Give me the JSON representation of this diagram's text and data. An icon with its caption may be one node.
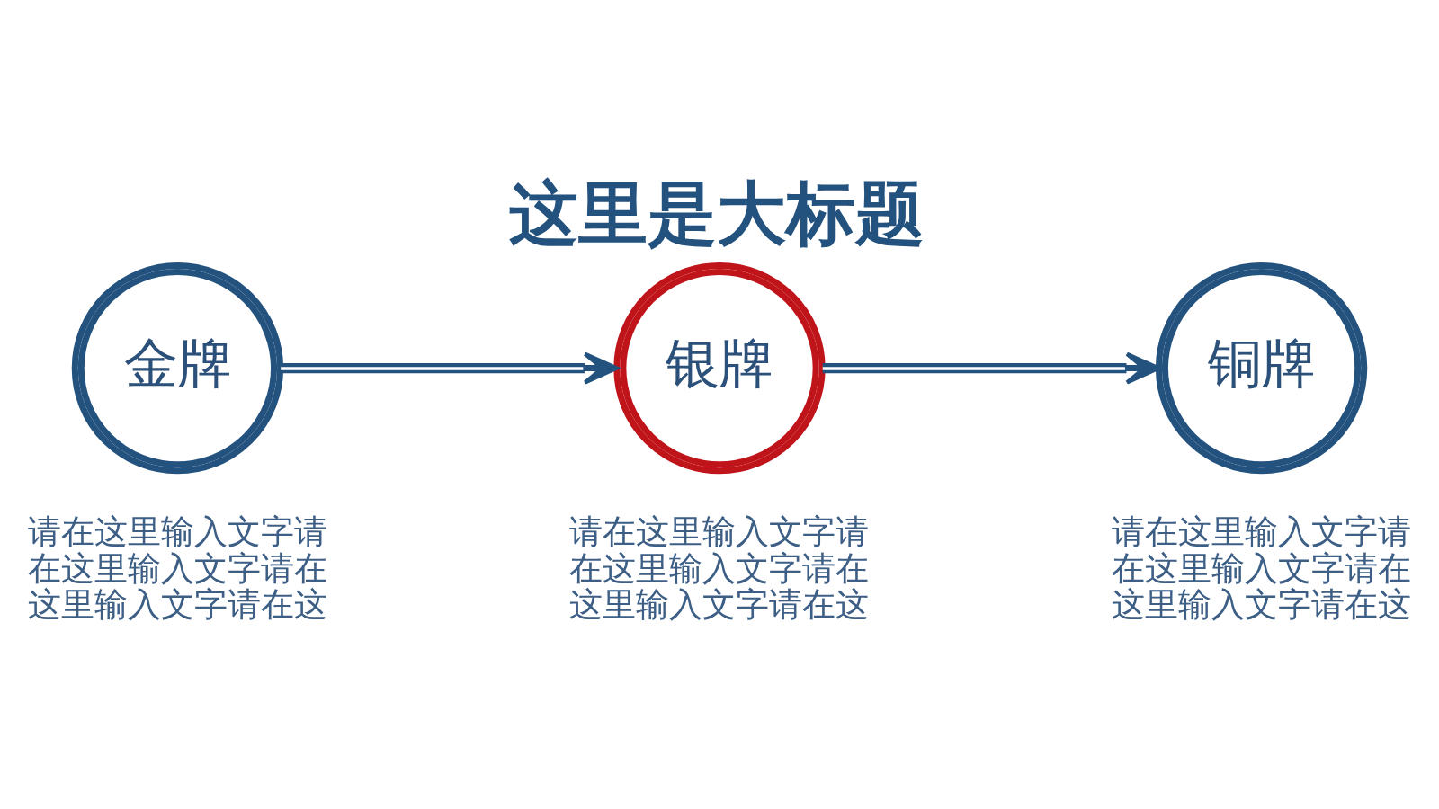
{
  "diagram": {
    "title": "这里是大标题",
    "nodes": [
      {
        "text": [
          "金牌"
        ],
        "beside": [
          "请在这里输入文字请在这里输入文字请在这里输入文字请在这"
        ]
      },
      {
        "text": [
          "银牌"
        ],
        "beside": [
          "请在这里输入文字请在这里输入文字请在这里输入文字请在这"
        ]
      },
      {
        "text": [
          "铜牌"
        ],
        "beside": [
          "请在这里输入文字请在这里输入文字请在这里输入文字请在这"
        ]
      }
    ],
    "edges": [
      {
        "from": 0,
        "to": 1,
        "arrow": "to"
      },
      {
        "from": 1,
        "to": 2,
        "arrow": "to"
      }
    ]
  }
}
